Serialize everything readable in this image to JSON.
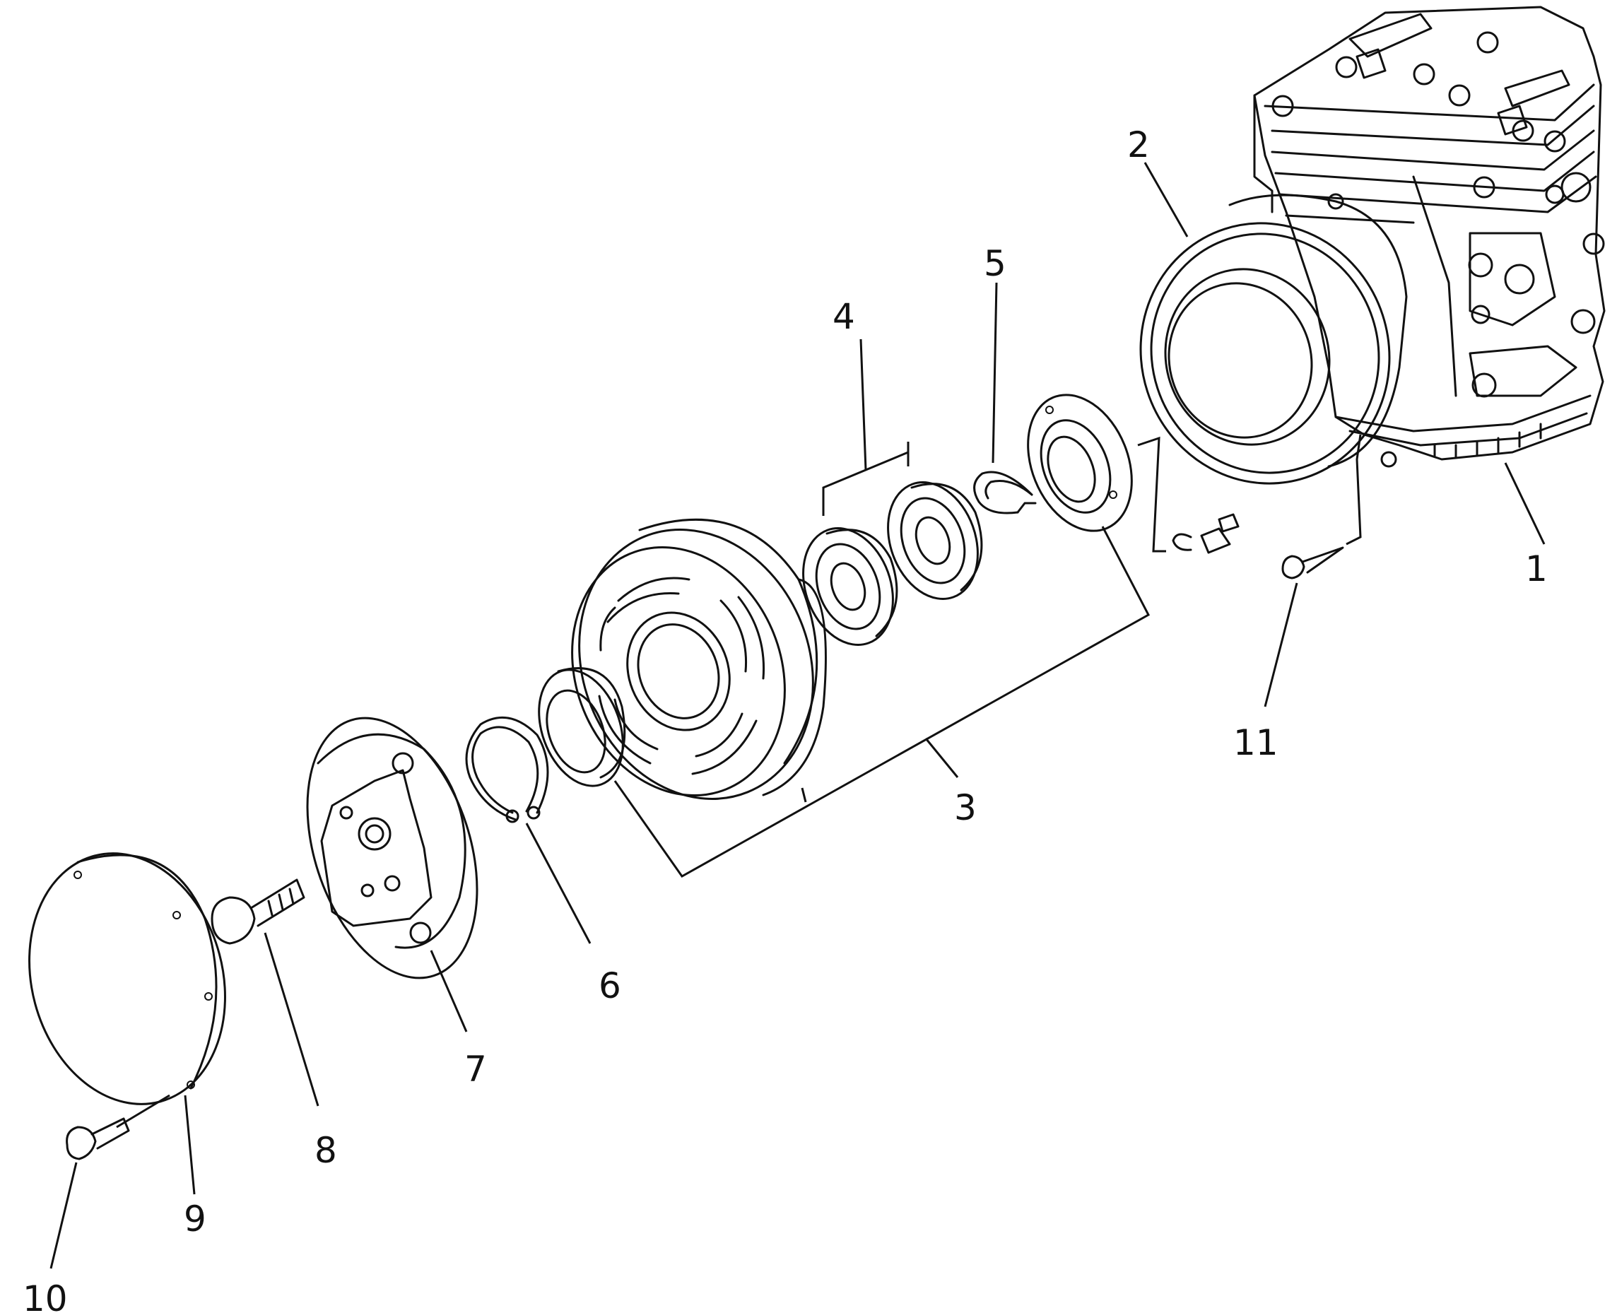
{
  "diagram": {
    "callouts": [
      "1",
      "2",
      "3",
      "4",
      "5",
      "6",
      "7",
      "8",
      "9",
      "10",
      "11"
    ]
  }
}
